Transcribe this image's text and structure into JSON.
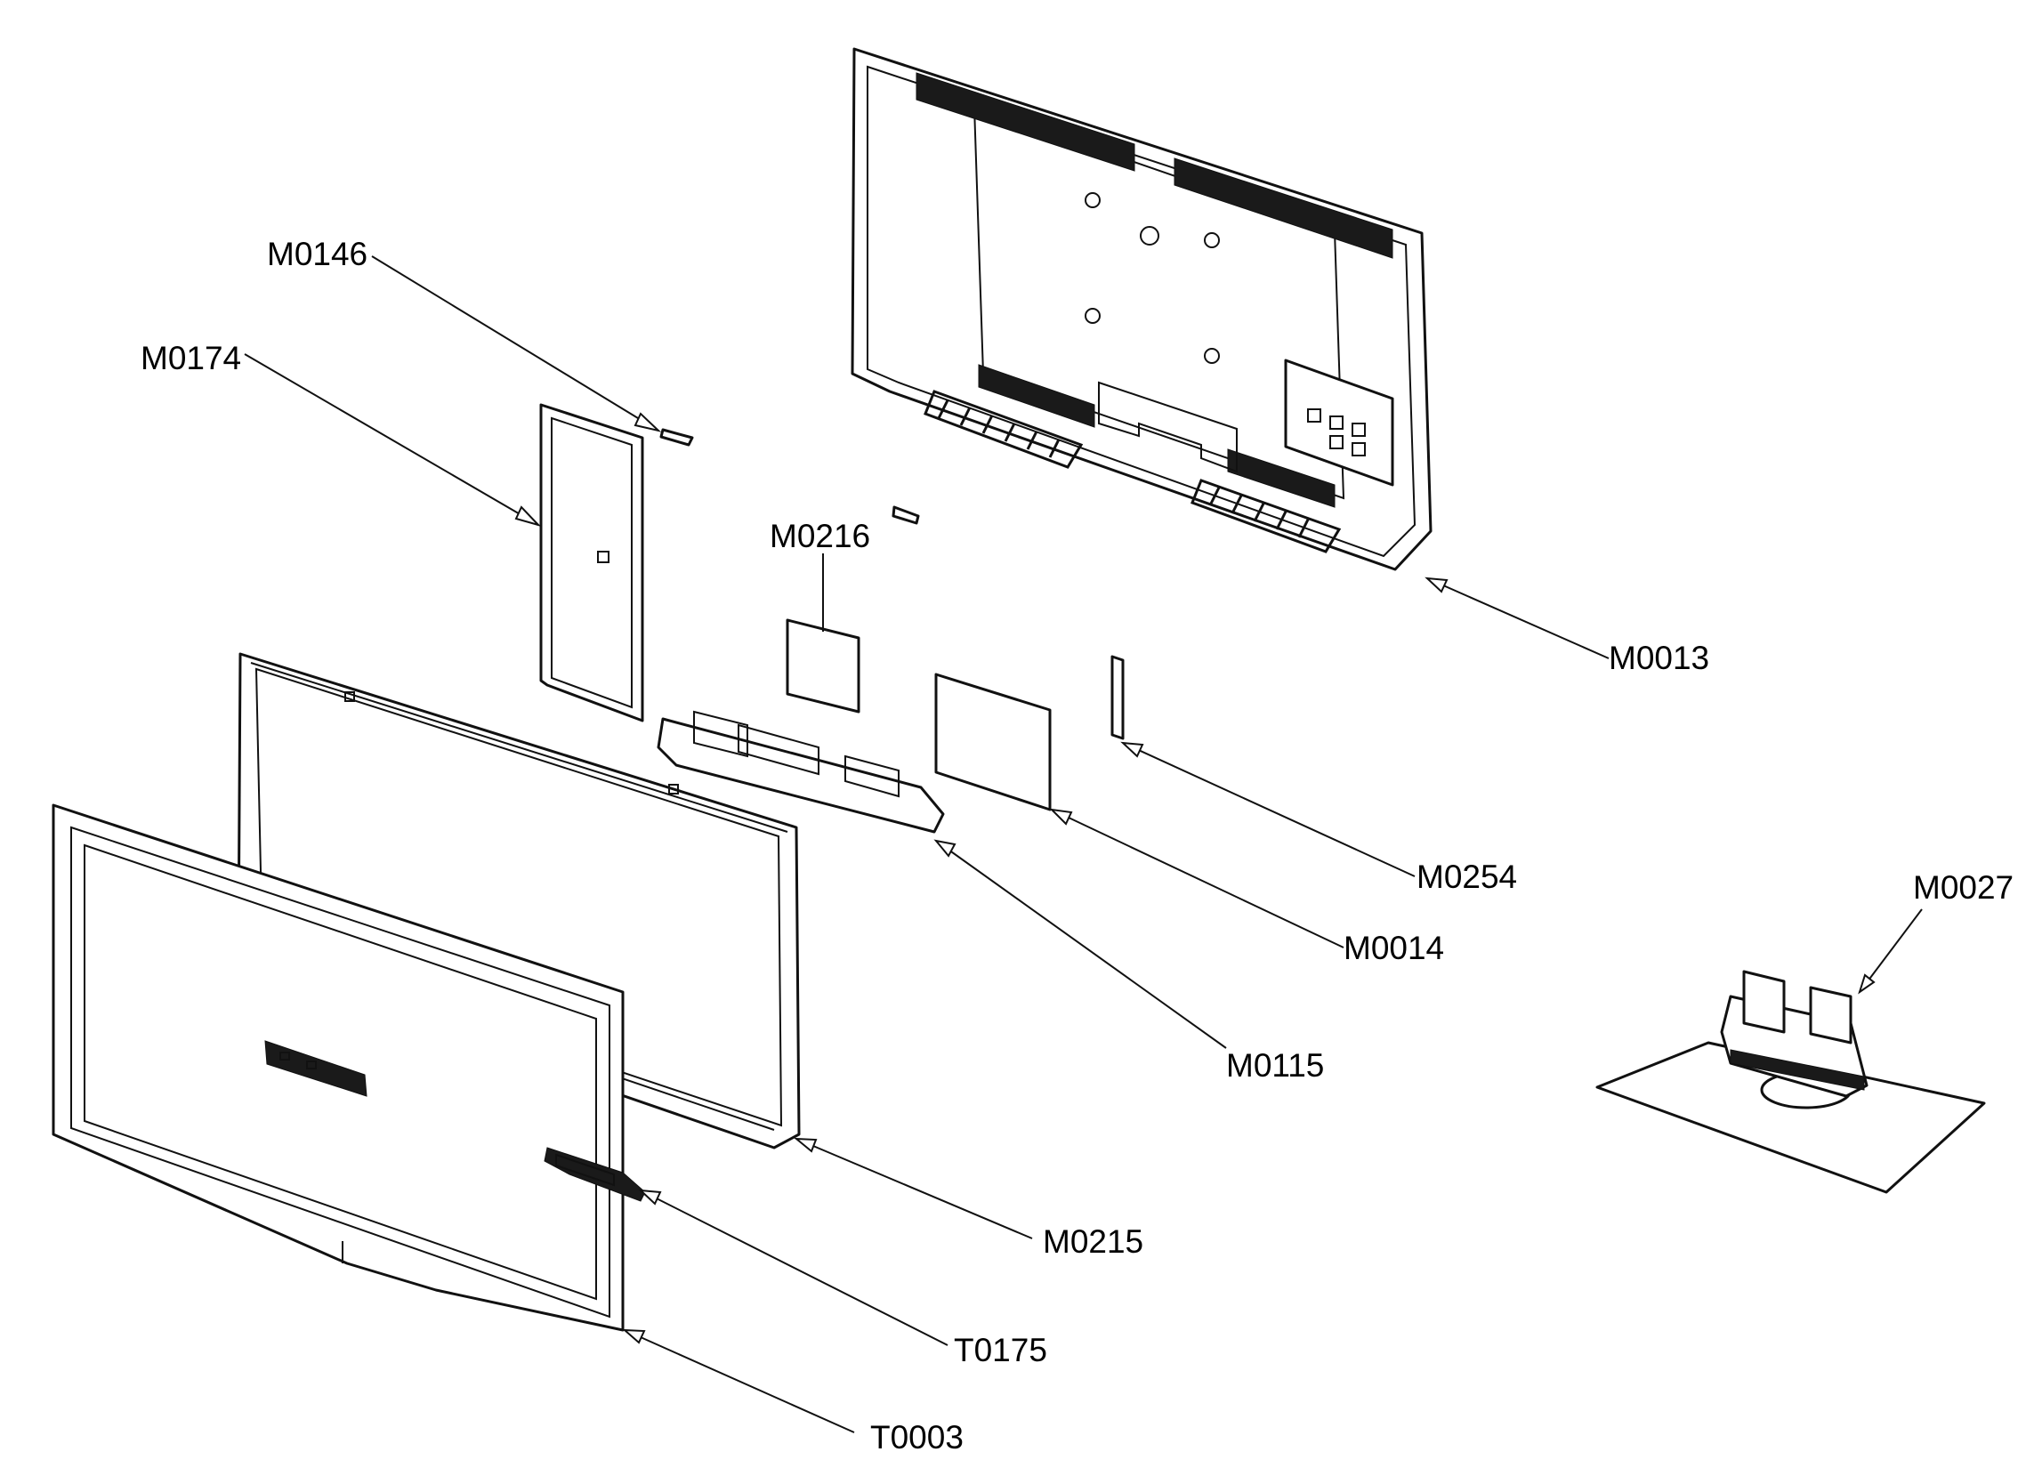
{
  "title": "",
  "callouts": {
    "m0146": "M0146",
    "m0174": "M0174",
    "m0216": "M0216",
    "m0013": "M0013",
    "m0254": "M0254",
    "m0014": "M0014",
    "m0027": "M0027",
    "m0115": "M0115",
    "m0215": "M0215",
    "t0175": "T0175",
    "t0003": "T0003"
  }
}
